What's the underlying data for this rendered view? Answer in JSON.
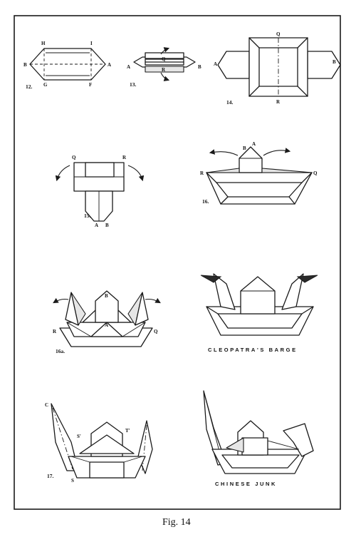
{
  "figure_caption": "Fig. 14",
  "panels": [
    {
      "number": "12.",
      "labels": [
        "H",
        "I",
        "B",
        "A",
        "G",
        "F"
      ]
    },
    {
      "number": "13.",
      "labels": [
        "A",
        "B",
        "Q",
        "R"
      ]
    },
    {
      "number": "14.",
      "labels": [
        "A",
        "B",
        "Q",
        "R"
      ]
    },
    {
      "number": "15.",
      "labels": [
        "Q",
        "R",
        "A",
        "B"
      ]
    },
    {
      "number": "16.",
      "labels": [
        "R",
        "Q",
        "B",
        "A"
      ]
    },
    {
      "number": "16a.",
      "labels": [
        "R",
        "Q",
        "B",
        "A"
      ]
    },
    {
      "number": "",
      "caption": "CLEOPATRA'S BARGE"
    },
    {
      "number": "17.",
      "labels": [
        "C",
        "S'",
        "T'",
        "S"
      ]
    },
    {
      "number": "",
      "caption": "CHINESE JUNK"
    }
  ]
}
